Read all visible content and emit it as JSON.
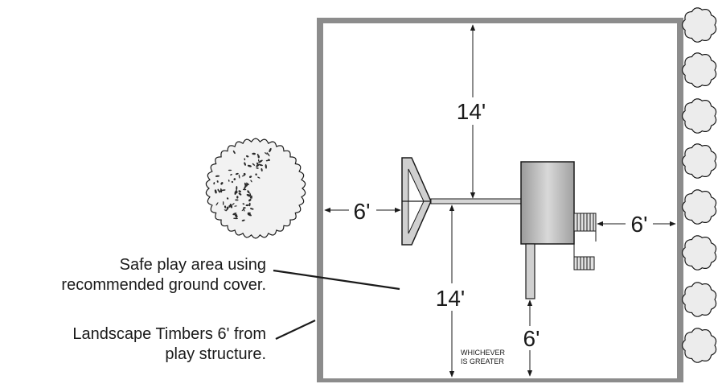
{
  "dimensions": {
    "top_clearance": "14'",
    "bottom_clearance": "14'",
    "left_clearance": "6'",
    "right_clearance": "6'",
    "slide_clearance": "6'"
  },
  "note": {
    "line1": "WHICHEVER",
    "line2": "IS GREATER"
  },
  "callouts": {
    "safe_area": {
      "line1": "Safe play area using",
      "line2": "recommended ground cover."
    },
    "timbers": {
      "line1": "Landscape Timbers 6' from",
      "line2": "play structure."
    }
  },
  "colors": {
    "timber_border": "#8c8c8c",
    "structure_gray": "#bfbfbf",
    "line": "#1a1a1a",
    "shrub_fill": "#ececec"
  }
}
